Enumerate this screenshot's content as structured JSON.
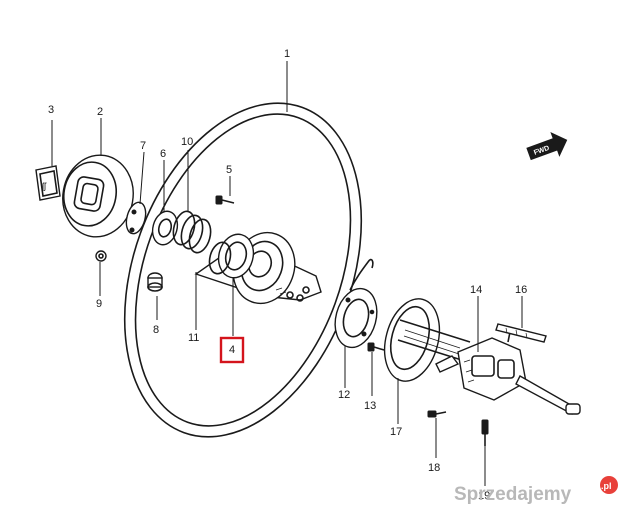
{
  "diagram": {
    "callouts": [
      {
        "id": "1",
        "label": "1"
      },
      {
        "id": "2",
        "label": "2"
      },
      {
        "id": "3",
        "label": "3"
      },
      {
        "id": "4",
        "label": "4"
      },
      {
        "id": "5",
        "label": "5"
      },
      {
        "id": "6",
        "label": "6"
      },
      {
        "id": "7",
        "label": "7"
      },
      {
        "id": "8",
        "label": "8"
      },
      {
        "id": "9",
        "label": "9"
      },
      {
        "id": "10",
        "label": "10"
      },
      {
        "id": "11",
        "label": "11"
      },
      {
        "id": "12",
        "label": "12"
      },
      {
        "id": "13",
        "label": "13"
      },
      {
        "id": "14",
        "label": "14"
      },
      {
        "id": "16",
        "label": "16"
      },
      {
        "id": "17",
        "label": "17"
      },
      {
        "id": "18",
        "label": "18"
      },
      {
        "id": "19",
        "label": "19"
      }
    ],
    "highlighted_callout": "4",
    "highlight_color": "#d4141c",
    "direction_arrow": {
      "icon": "forward-arrow-icon",
      "label": "FWD"
    }
  },
  "watermark": {
    "text": "Sprzedajemy",
    "badge": ".pl",
    "badge_color": "#e8403a"
  }
}
